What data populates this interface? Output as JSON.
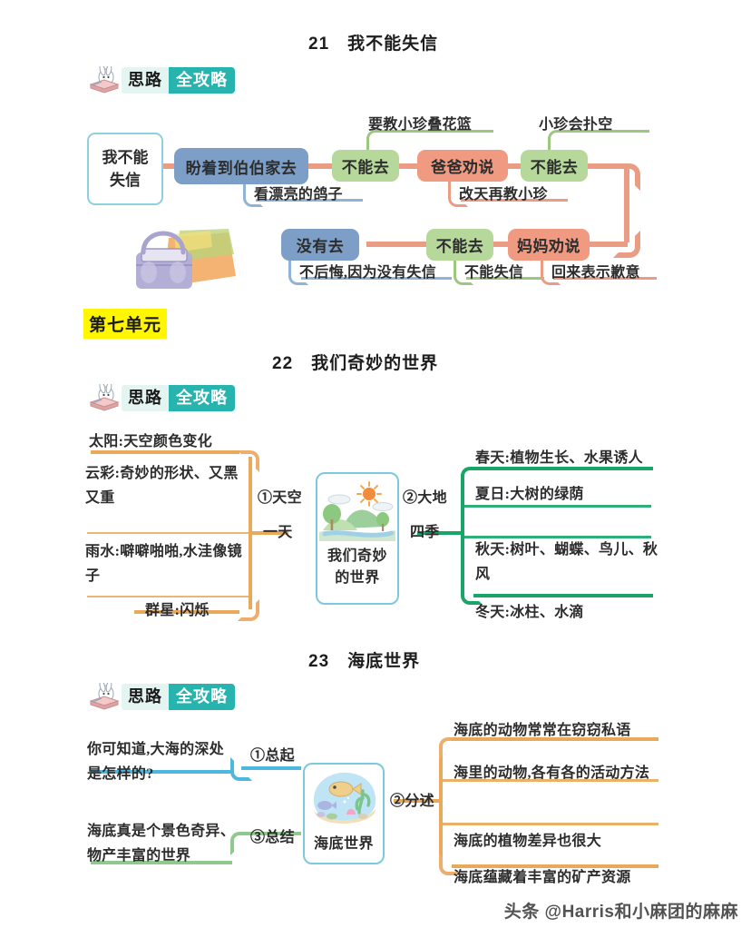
{
  "page": {
    "unit_tag": "第七单元",
    "watermark": "头条 @Harris和小麻团的麻麻",
    "badge": {
      "left": "思路",
      "right": "全攻略",
      "icon": "bunny-reading-book-icon"
    },
    "colors": {
      "salmon": "#ef9a81",
      "green": "#b7d89b",
      "blue": "#7d9fc7",
      "teal_badge": "#27b3ae",
      "mint_badge": "#e3f4f1",
      "yellow_tag": "#fff600",
      "root_border": "#8ecfe0",
      "line_orange": "#eb9c85",
      "line_green": "#9dc77f",
      "line_blue": "#8fb4d6",
      "line_amber": "#eead6a",
      "line_emerald": "#18a567",
      "line_cyan": "#4cb8e0"
    }
  },
  "sections": [
    {
      "number": "21",
      "title": "我不能失信",
      "root": "我不能\n失信",
      "root_line1": "我不能",
      "root_line2": "失信",
      "illustration": "picnic-basket-illustration",
      "nodes": {
        "n1": "盼着到伯伯家去",
        "n2": "不能去",
        "n3": "爸爸劝说",
        "n4": "不能去",
        "n5": "没有去",
        "n6": "不能去",
        "n7": "妈妈劝说"
      },
      "leaves": {
        "l1": "要教小珍叠花篮",
        "l2": "小珍会扑空",
        "l3": "看漂亮的鸽子",
        "l4": "改天再教小珍",
        "l5": "不后悔,因为没有失信",
        "l6": "不能失信",
        "l7": "回来表示歉意"
      }
    },
    {
      "number": "22",
      "title": "我们奇妙的世界",
      "center_caption_line1": "我们奇妙",
      "center_caption_line2": "的世界",
      "center_illustration": "landscape-sun-hills-illustration",
      "branch_left": {
        "label_line1": "①天空",
        "label_line2": "一天"
      },
      "branch_right": {
        "label_line1": "②大地",
        "label_line2": "四季"
      },
      "left_leaves": [
        "太阳:天空颜色变化",
        "云彩:奇妙的形状、又黑又重",
        "雨水:噼噼啪啪,水洼像镜子",
        "群星:闪烁"
      ],
      "right_leaves": [
        "春天:植物生长、水果诱人",
        "夏日:大树的绿荫",
        "秋天:树叶、蝴蝶、鸟儿、秋风",
        "冬天:冰柱、水滴"
      ]
    },
    {
      "number": "23",
      "title": "海底世界",
      "center_caption": "海底世界",
      "center_illustration": "undersea-fish-coral-illustration",
      "branch_top_left": "①总起",
      "branch_bottom_left": "③总结",
      "branch_right": "②分述",
      "left_leaves": [
        "你可知道,大海的深处是怎样的?",
        "海底真是个景色奇异、物产丰富的世界"
      ],
      "right_leaves": [
        "海底的动物常常在窃窃私语",
        "海里的动物,各有各的活动方法",
        "海底的植物差异也很大",
        "海底蕴藏着丰富的矿产资源"
      ]
    }
  ]
}
